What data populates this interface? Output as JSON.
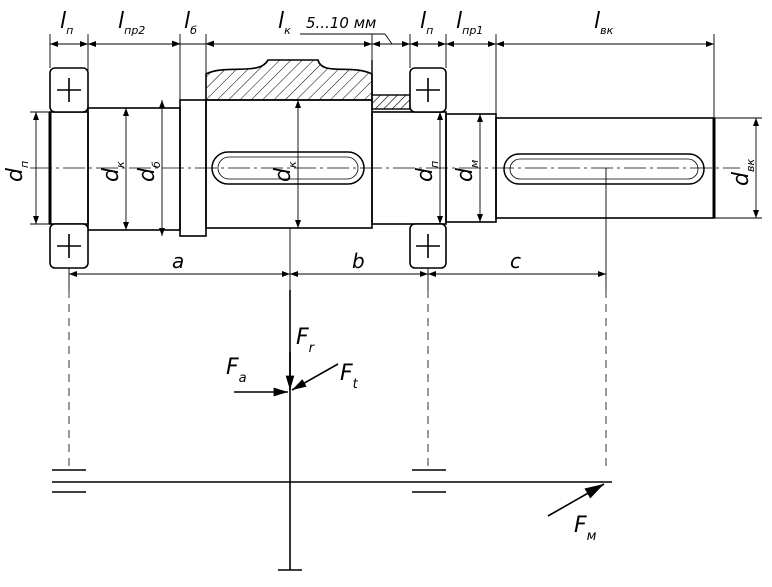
{
  "dimensions": {
    "l_p_left": {
      "main": "l",
      "sub": "п"
    },
    "l_pr2": {
      "main": "l",
      "sub": "пр2"
    },
    "l_b": {
      "main": "l",
      "sub": "б"
    },
    "l_k": {
      "main": "l",
      "sub": "к"
    },
    "gap_note": "5...10 мм",
    "l_p_right": {
      "main": "l",
      "sub": "п"
    },
    "l_pr1": {
      "main": "l",
      "sub": "пр1"
    },
    "l_vk": {
      "main": "l",
      "sub": "вк"
    }
  },
  "diameters": {
    "d_p_left": {
      "main": "d",
      "sub": "п"
    },
    "d_k": {
      "main": "d",
      "sub": "к"
    },
    "d_b": {
      "main": "d",
      "sub": "б"
    },
    "d_k_key": {
      "main": "d",
      "sub": "к"
    },
    "d_p_right": {
      "main": "d",
      "sub": "п"
    },
    "d_m": {
      "main": "d",
      "sub": "м"
    },
    "d_vk": {
      "main": "d",
      "sub": "вк"
    }
  },
  "spans": {
    "a": "a",
    "b": "b",
    "c": "c"
  },
  "forces": {
    "Fr": {
      "main": "F",
      "sub": "r"
    },
    "Fa": {
      "main": "F",
      "sub": "a"
    },
    "Ft": {
      "main": "F",
      "sub": "t"
    },
    "Fm": {
      "main": "F",
      "sub": "м"
    }
  }
}
